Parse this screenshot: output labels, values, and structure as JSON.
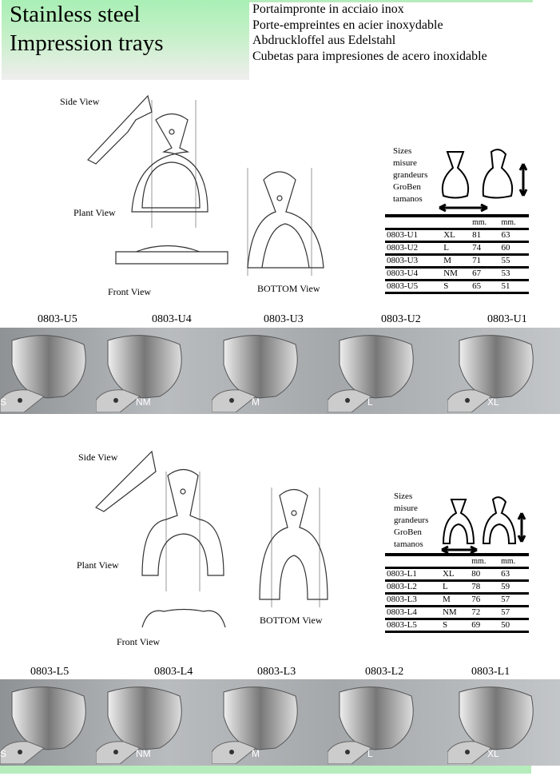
{
  "header": {
    "title_line1": "Stainless steel",
    "title_line2": "Impression trays",
    "translations": [
      "Portaimpronte in acciaio inox",
      "Porte-empreintes en acier inoxydable",
      "Abdruckloffel aus Edelstahl",
      "Cubetas para impresiones de acero inoxidable"
    ]
  },
  "upper": {
    "side_view": "Side View",
    "plant_view": "Plant View",
    "front_view": "Front View",
    "bottom_view": "BOTTOM View",
    "sizes_label": [
      "Sizes",
      "misure",
      "grandeurs",
      "GroBen",
      "tamanos"
    ],
    "table": {
      "header": [
        "",
        "",
        "mm.",
        "mm."
      ],
      "rows": [
        [
          "0803-U1",
          "XL",
          "81",
          "63"
        ],
        [
          "0803-U2",
          "L",
          "74",
          "60"
        ],
        [
          "0803-U3",
          "M",
          "71",
          "55"
        ],
        [
          "0803-U4",
          "NM",
          "67",
          "53"
        ],
        [
          "0803-U5",
          "S",
          "65",
          "51"
        ]
      ]
    },
    "codes": [
      "0803-U5",
      "0803-U4",
      "0803-U3",
      "0803-U2",
      "0803-U1"
    ],
    "photo_labels": [
      "S",
      "NM",
      "M",
      "L",
      "XL"
    ]
  },
  "lower": {
    "side_view": "Side View",
    "plant_view": "Plant View",
    "front_view": "Front View",
    "bottom_view": "BOTTOM View",
    "sizes_label": [
      "Sizes",
      "misure",
      "grandeurs",
      "GroBen",
      "tamanos"
    ],
    "table": {
      "header": [
        "",
        "",
        "mm.",
        "mm."
      ],
      "rows": [
        [
          "0803-L1",
          "XL",
          "80",
          "63"
        ],
        [
          "0803-L2",
          "L",
          "78",
          "59"
        ],
        [
          "0803-L3",
          "M",
          "76",
          "57"
        ],
        [
          "0803-L4",
          "NM",
          "72",
          "57"
        ],
        [
          "0803-L5",
          "S",
          "69",
          "50"
        ]
      ]
    },
    "codes": [
      "0803-L5",
      "0803-L4",
      "0803-L3",
      "0803-L2",
      "0803-L1"
    ],
    "photo_labels": [
      "S",
      "NM",
      "M",
      "L",
      "XL"
    ]
  }
}
